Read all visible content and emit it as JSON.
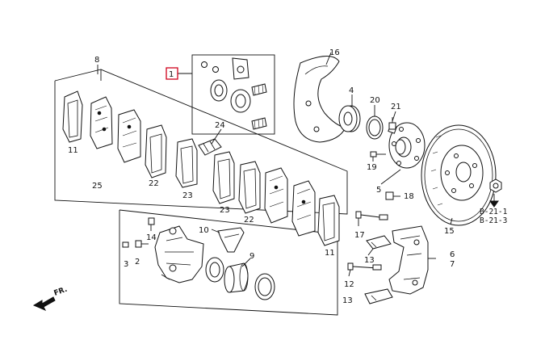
{
  "colors": {
    "line": "#111111",
    "highlight": "#d0021b",
    "background": "#ffffff"
  },
  "callouts": {
    "c1": "1",
    "c2": "2",
    "c3": "3",
    "c4": "4",
    "c5": "5",
    "c6": "6",
    "c7": "7",
    "c8": "8",
    "c9": "9",
    "c10": "10",
    "c11a": "11",
    "c11b": "11",
    "c12": "12",
    "c13a": "13",
    "c13b": "13",
    "c15": "15",
    "c16": "16",
    "c17": "17",
    "c18": "18",
    "c19": "19",
    "c20": "20",
    "c21": "21",
    "c22a": "22",
    "c22b": "22",
    "c23a": "23",
    "c23b": "23",
    "c24": "24",
    "c25": "25"
  },
  "refs": {
    "ref1": "B-21-1",
    "ref2": "B-21-3"
  },
  "direction": {
    "label": "FR.",
    "icon": "front-arrow-icon"
  }
}
